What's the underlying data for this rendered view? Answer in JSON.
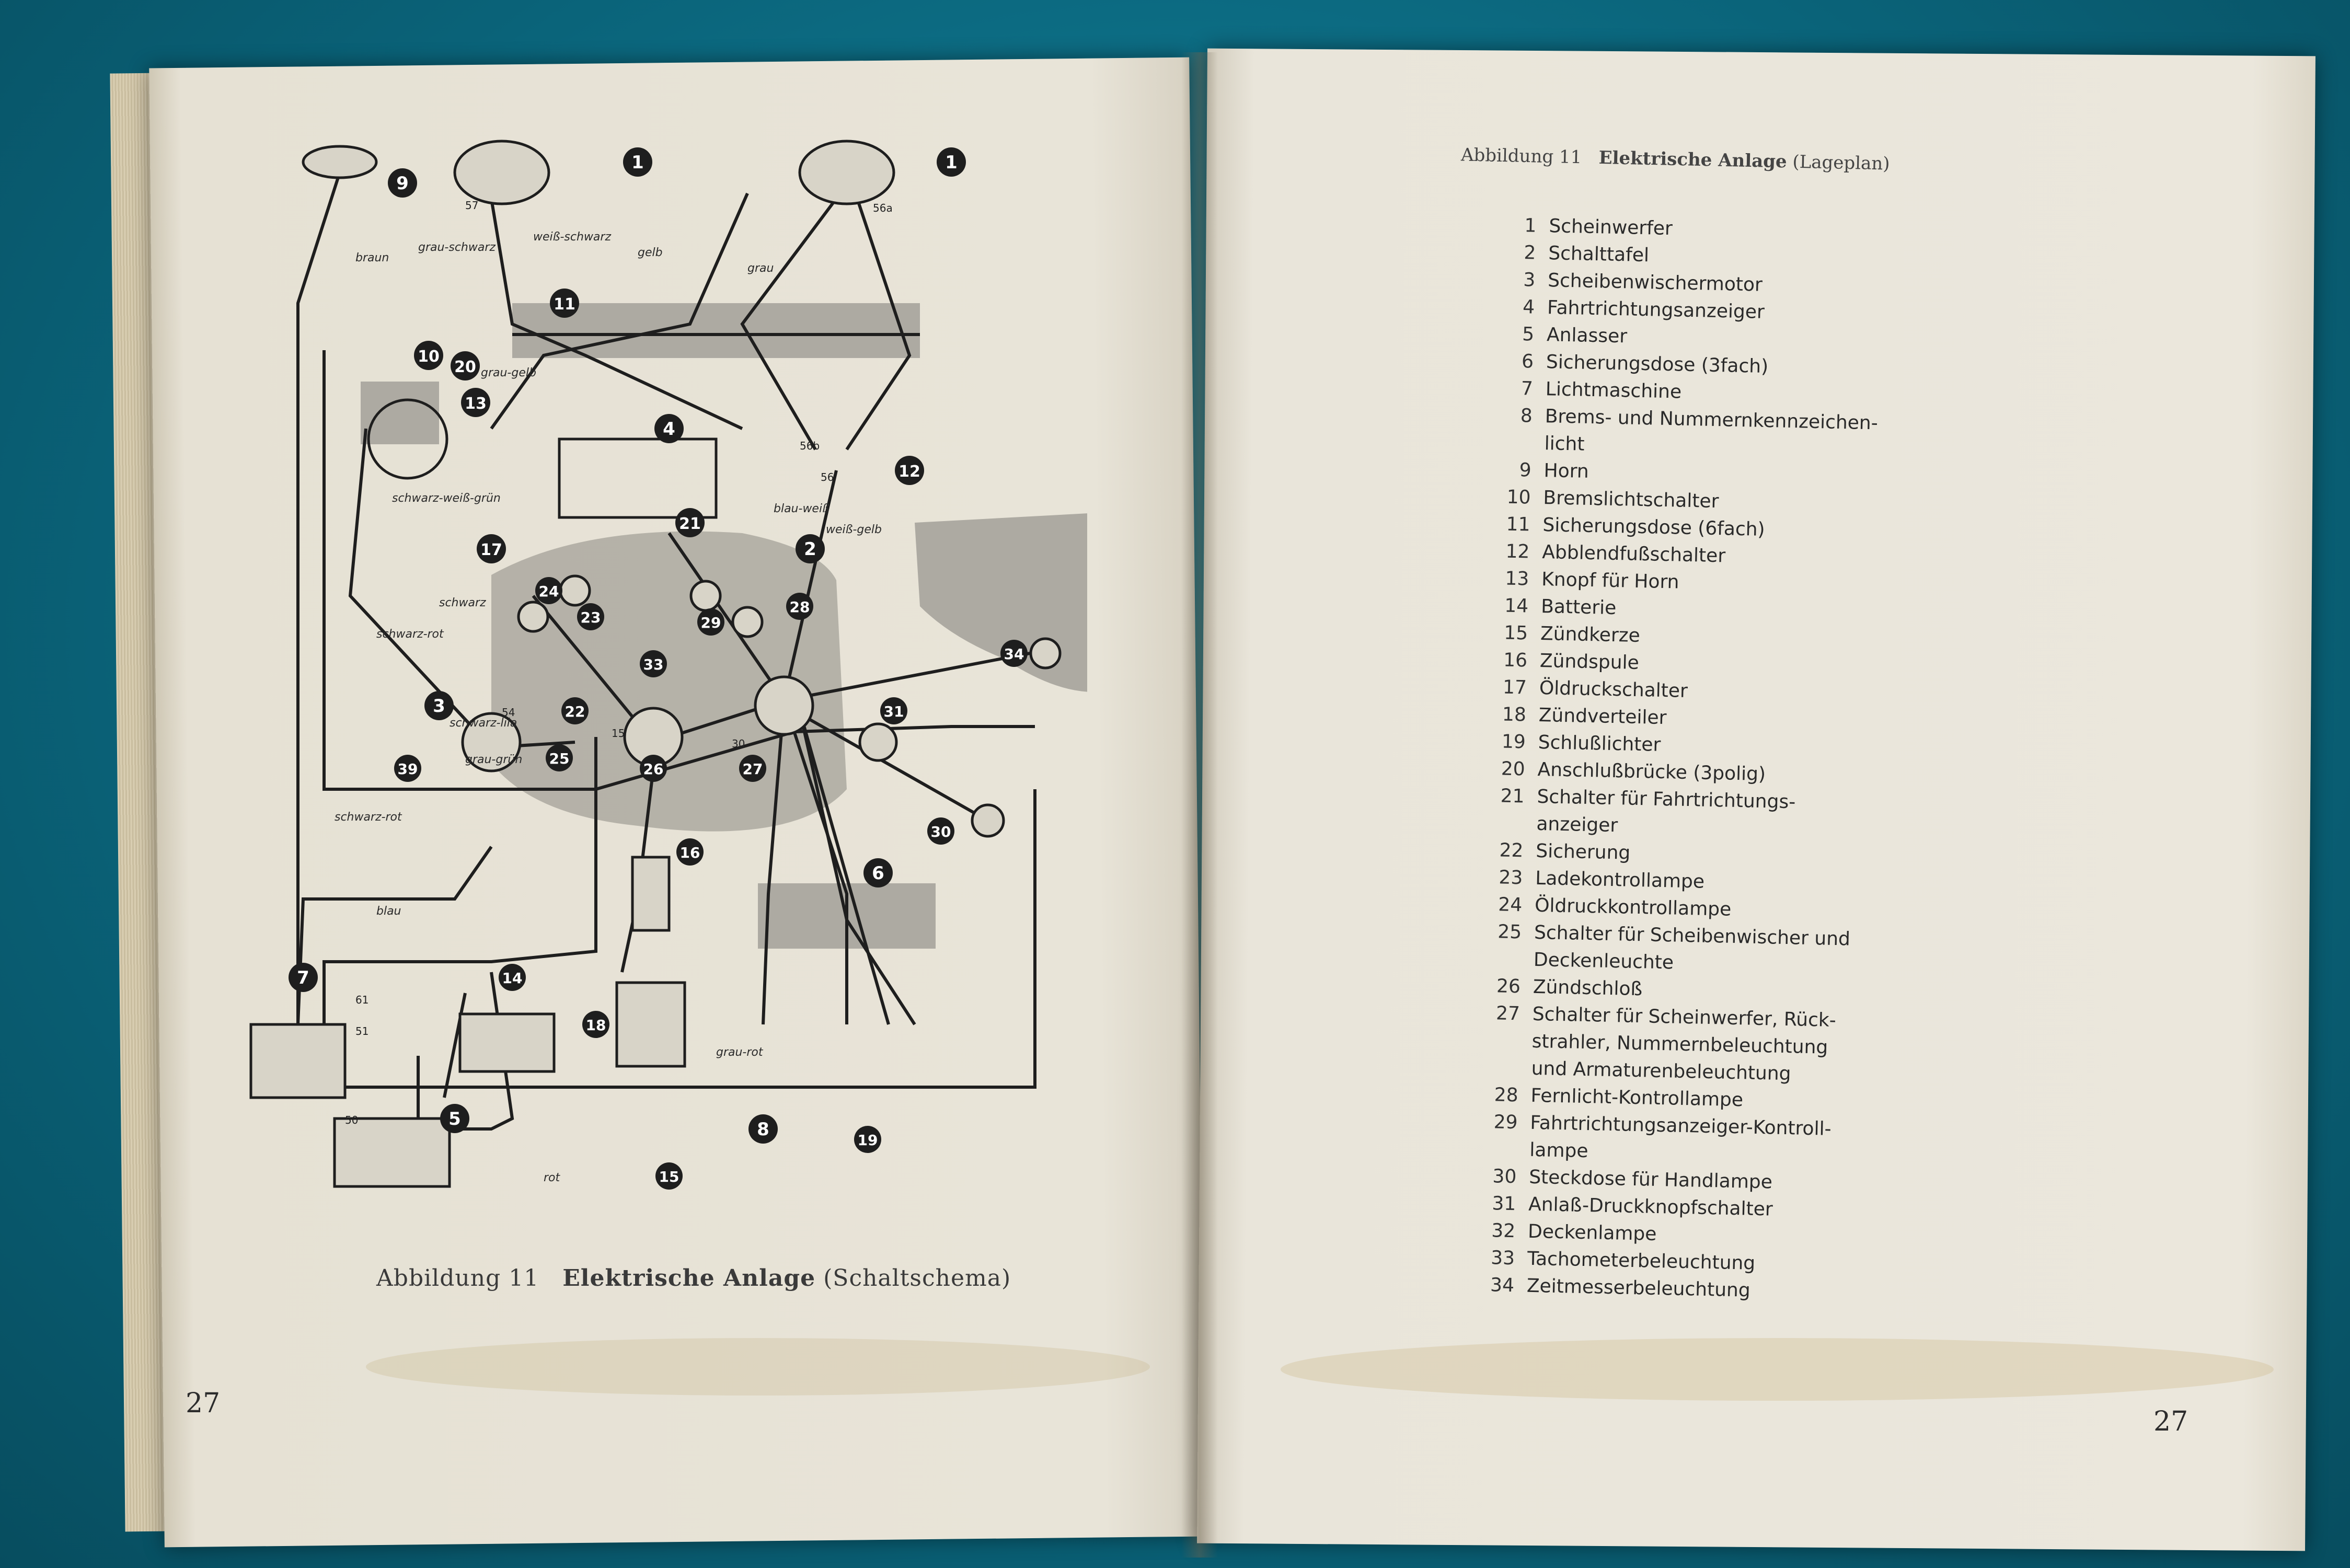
{
  "left_page": {
    "caption_prefix": "Abbildung 11",
    "caption_bold": "Elektrische Anlage",
    "caption_suffix": "(Schaltschema)",
    "page_number": "27"
  },
  "right_page": {
    "title_prefix": "Abbildung 11",
    "title_bold": "Elektrische Anlage",
    "title_suffix": "(Lageplan)",
    "page_number": "27",
    "legend": [
      {
        "n": "1",
        "t": "Scheinwerfer"
      },
      {
        "n": "2",
        "t": "Schalttafel"
      },
      {
        "n": "3",
        "t": "Scheibenwischermotor"
      },
      {
        "n": "4",
        "t": "Fahrtrichtungsanzeiger"
      },
      {
        "n": "5",
        "t": "Anlasser"
      },
      {
        "n": "6",
        "t": "Sicherungsdose (3fach)"
      },
      {
        "n": "7",
        "t": "Lichtmaschine"
      },
      {
        "n": "8",
        "t": "Brems- und Nummernkennzeichen-\nlicht"
      },
      {
        "n": "9",
        "t": "Horn"
      },
      {
        "n": "10",
        "t": "Bremslichtschalter"
      },
      {
        "n": "11",
        "t": "Sicherungsdose (6fach)"
      },
      {
        "n": "12",
        "t": "Abblendfußschalter"
      },
      {
        "n": "13",
        "t": "Knopf für Horn"
      },
      {
        "n": "14",
        "t": "Batterie"
      },
      {
        "n": "15",
        "t": "Zündkerze"
      },
      {
        "n": "16",
        "t": "Zündspule"
      },
      {
        "n": "17",
        "t": "Öldruckschalter"
      },
      {
        "n": "18",
        "t": "Zündverteiler"
      },
      {
        "n": "19",
        "t": "Schlußlichter"
      },
      {
        "n": "20",
        "t": "Anschlußbrücke (3polig)"
      },
      {
        "n": "21",
        "t": "Schalter für Fahrtrichtungs-\nanzeiger"
      },
      {
        "n": "22",
        "t": "Sicherung"
      },
      {
        "n": "23",
        "t": "Ladekontrollampe"
      },
      {
        "n": "24",
        "t": "Öldruckkontrollampe"
      },
      {
        "n": "25",
        "t": "Schalter für Scheibenwischer und\nDeckenleuchte"
      },
      {
        "n": "26",
        "t": "Zündschloß"
      },
      {
        "n": "27",
        "t": "Schalter für Scheinwerfer, Rück-\nstrahler, Nummernbeleuchtung\nund Armaturenbeleuchtung"
      },
      {
        "n": "28",
        "t": "Fernlicht-Kontrollampe"
      },
      {
        "n": "29",
        "t": "Fahrtrichtungsanzeiger-Kontroll-\nlampe"
      },
      {
        "n": "30",
        "t": "Steckdose für Handlampe"
      },
      {
        "n": "31",
        "t": "Anlaß-Druckknopfschalter"
      },
      {
        "n": "32",
        "t": "Deckenlampe"
      },
      {
        "n": "33",
        "t": "Tachometerbeleuchtung"
      },
      {
        "n": "34",
        "t": "Zeitmesserbeleuchtung"
      }
    ]
  },
  "schematic": {
    "badges": [
      "9",
      "1",
      "1",
      "11",
      "10",
      "20",
      "13",
      "4",
      "12",
      "21",
      "2",
      "17",
      "24",
      "23",
      "29",
      "28",
      "34",
      "33",
      "3",
      "22",
      "25",
      "26",
      "27",
      "31",
      "39",
      "16",
      "6",
      "30",
      "7",
      "14",
      "18",
      "5",
      "8",
      "19",
      "15"
    ],
    "wire_labels": [
      "braun",
      "grau-schwarz",
      "weiß-schwarz",
      "grau",
      "gelb",
      "grau-gelb",
      "schwarz-weiß-grün",
      "schwarz",
      "schwarz-rot",
      "blau",
      "rot",
      "weiß-gelb",
      "blau-weiß",
      "grau-rot",
      "schwarz-lila",
      "grau-grün",
      "schwarz-rot"
    ],
    "terminals": [
      "57",
      "56a",
      "56b",
      "56",
      "54",
      "15",
      "61",
      "30",
      "50",
      "51"
    ]
  }
}
